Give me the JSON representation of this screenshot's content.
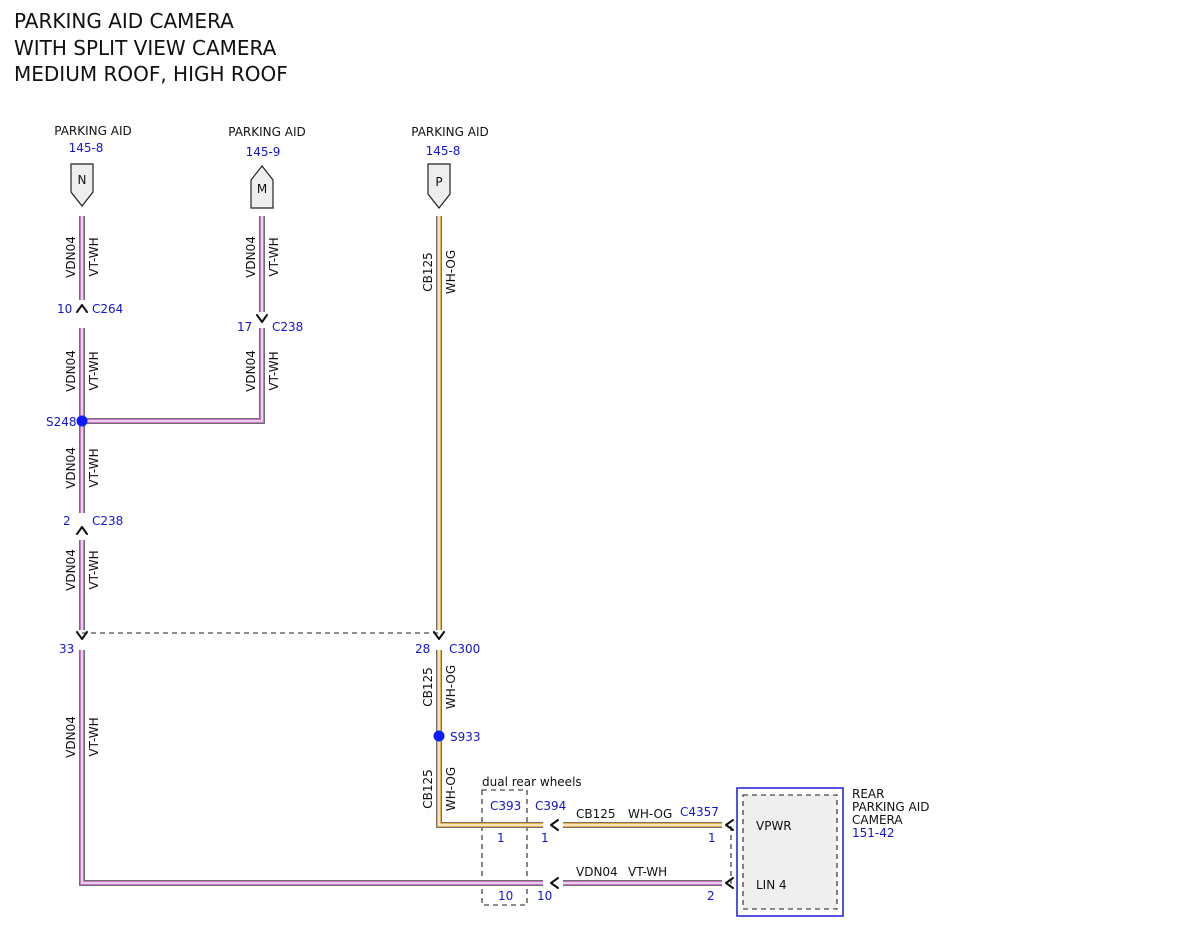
{
  "title": {
    "line1": "PARKING AID CAMERA",
    "line2": "WITH SPLIT VIEW CAMERA",
    "line3": "MEDIUM ROOF, HIGH ROOF"
  },
  "colors": {
    "vt_wh_wire": "#c678c6",
    "wh_og_wire": "#e8b04a",
    "reference_blue": "#1414d2",
    "splice_dot": "#0a1aff",
    "component_fill": "#efefef"
  },
  "sources": [
    {
      "name": "PARKING AID",
      "ref": "145-8",
      "pin": "N",
      "icon": "connector-pointer-icon"
    },
    {
      "name": "PARKING AID",
      "ref": "145-9",
      "pin": "M",
      "icon": "connector-pointer-icon"
    },
    {
      "name": "PARKING AID",
      "ref": "145-8",
      "pin": "P",
      "icon": "connector-pointer-icon"
    }
  ],
  "wires": {
    "vdn04": {
      "circuit": "VDN04",
      "color": "VT-WH"
    },
    "cb125": {
      "circuit": "CB125",
      "color": "WH-OG"
    }
  },
  "connectors": {
    "c264": {
      "pin": "10",
      "name": "C264"
    },
    "c238_top": {
      "pin": "17",
      "name": "C238"
    },
    "c238_left": {
      "pin": "2",
      "name": "C238"
    },
    "c300_left_pin": "33",
    "c300": {
      "pin": "28",
      "name": "C300"
    },
    "c393": {
      "name": "C393",
      "pin_top": "1",
      "pin_bottom": "10"
    },
    "c394": {
      "name": "C394",
      "pin_top": "1",
      "pin_bottom": "10"
    },
    "c4357": {
      "name": "C4357",
      "pin_top": "1",
      "pin_bottom": "2"
    }
  },
  "splices": {
    "s248": "S248",
    "s933": "S933"
  },
  "option_note": "dual rear wheels",
  "component": {
    "name_line1": "REAR",
    "name_line2": "PARKING AID",
    "name_line3": "CAMERA",
    "ref": "151-42",
    "pins": [
      "VPWR",
      "LIN 4"
    ]
  }
}
